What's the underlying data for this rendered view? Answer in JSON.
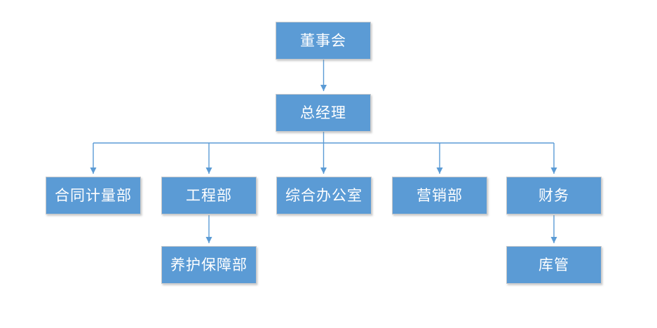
{
  "diagram": {
    "type": "organization-chart",
    "nodes": [
      {
        "id": "board-of-directors",
        "label": "董事会"
      },
      {
        "id": "general-manager",
        "label": "总经理"
      },
      {
        "id": "contract-measurement-dept",
        "label": "合同计量部"
      },
      {
        "id": "engineering-dept",
        "label": "工程部"
      },
      {
        "id": "general-office",
        "label": "综合办公室"
      },
      {
        "id": "marketing-dept",
        "label": "营销部"
      },
      {
        "id": "finance",
        "label": "财务"
      },
      {
        "id": "maintenance-support-dept",
        "label": "养护保障部"
      },
      {
        "id": "warehouse-manager",
        "label": "库管"
      }
    ],
    "edges": [
      {
        "from": "board-of-directors",
        "to": "general-manager"
      },
      {
        "from": "general-manager",
        "to": "contract-measurement-dept"
      },
      {
        "from": "general-manager",
        "to": "engineering-dept"
      },
      {
        "from": "general-manager",
        "to": "general-office"
      },
      {
        "from": "general-manager",
        "to": "marketing-dept"
      },
      {
        "from": "general-manager",
        "to": "finance"
      },
      {
        "from": "engineering-dept",
        "to": "maintenance-support-dept"
      },
      {
        "from": "finance",
        "to": "warehouse-manager"
      }
    ]
  },
  "colors": {
    "node_fill": "#5b9bd5",
    "node_border": "#c9cacb",
    "node_text": "#ffffff",
    "connector_color": "#5b9bd5",
    "page_bg": "#ffffff"
  }
}
